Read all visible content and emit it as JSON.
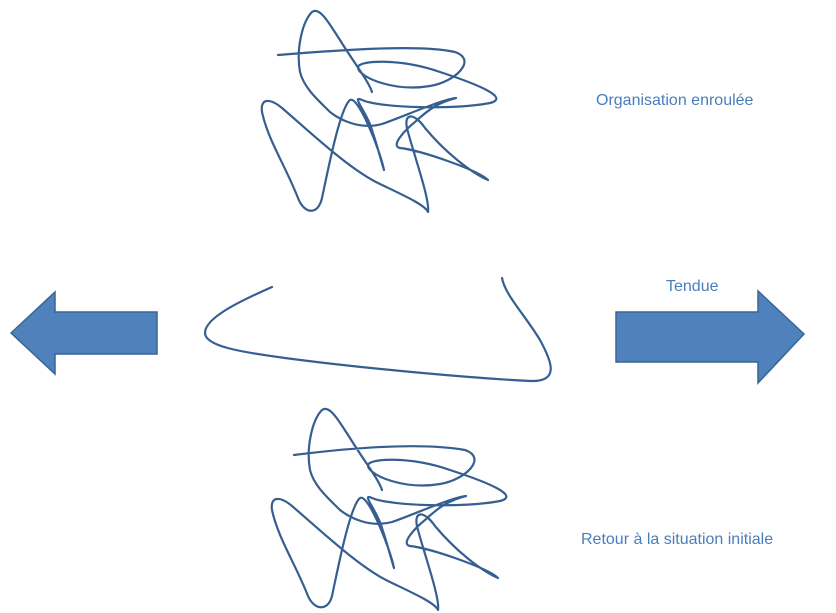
{
  "colors": {
    "background": "#ffffff",
    "line": "#365f91",
    "arrow_fill": "#4f81bd",
    "arrow_stroke": "#3a6593",
    "text": "#4a7ebb"
  },
  "labels": {
    "coiled": "Organisation enroulée",
    "stretched": "Tendue",
    "return": "Retour à la situation initiale"
  },
  "arrows": {
    "left": "arrow-left",
    "right": "arrow-right"
  }
}
